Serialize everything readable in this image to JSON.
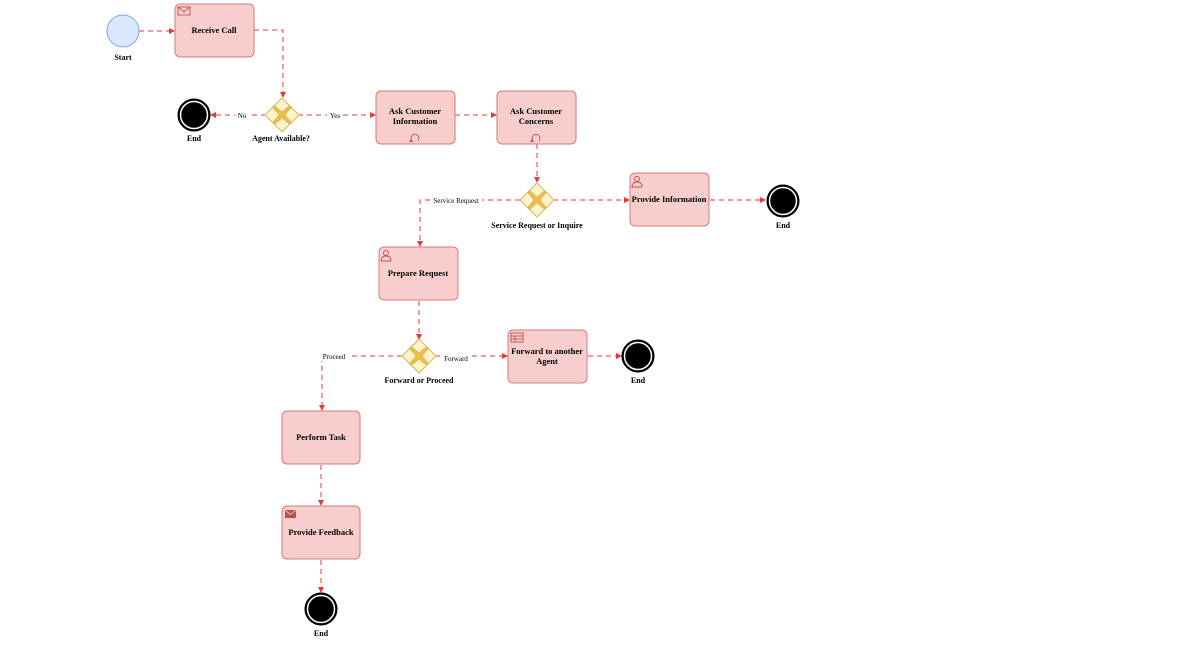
{
  "events": {
    "start": {
      "label": "Start"
    },
    "end_1": {
      "label": "End"
    },
    "end_2": {
      "label": "End"
    },
    "end_3": {
      "label": "End"
    },
    "end_4": {
      "label": "End"
    }
  },
  "tasks": {
    "receive_call": {
      "label": "Receive Call"
    },
    "ask_customer_info": {
      "line1": "Ask Customer",
      "line2": "Information"
    },
    "ask_customer_concerns": {
      "line1": "Ask Customer",
      "line2": "Concerns"
    },
    "provide_information": {
      "label": "Provide Information"
    },
    "prepare_request": {
      "label": "Prepare Request"
    },
    "forward_agent": {
      "line1": "Forward to another",
      "line2": "Agent"
    },
    "perform_task": {
      "label": "Perform Task"
    },
    "provide_feedback": {
      "label": "Provide Feedback"
    }
  },
  "gateways": {
    "agent_available": {
      "label": "Agent Available?"
    },
    "service_or_inquire": {
      "label": "Service Request or Inquire"
    },
    "forward_or_proceed": {
      "label": "Forward or Proceed"
    }
  },
  "edges": {
    "no": "No",
    "yes": "Yes",
    "service_request": "Service Request",
    "proceed": "Proceed",
    "forward": "Forward"
  },
  "colors": {
    "task_fill": "#f8cecc",
    "task_stroke": "#d97a77",
    "flow": "#e4393f",
    "gateway_fill": "#fff2cc",
    "start_fill": "#dae8fc"
  }
}
